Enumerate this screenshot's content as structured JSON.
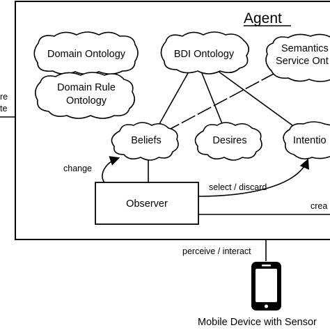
{
  "agent": {
    "title": "Agent"
  },
  "left_cut": {
    "line1": "re",
    "line2": "te"
  },
  "ontologies": {
    "domain": "Domain Ontology",
    "domain_rule_1": "Domain Rule",
    "domain_rule_2": "Ontology",
    "bdi": "BDI Ontology",
    "semantic_1": "Semantics",
    "semantic_2": "Service Ont"
  },
  "bdi": {
    "beliefs": "Beliefs",
    "desires": "Desires",
    "intentions": "Intentio"
  },
  "observer": {
    "label": "Observer"
  },
  "edges": {
    "change": "change",
    "select_discard": "select / discard",
    "create": "crea",
    "perceive": "perceive / interact"
  },
  "device": {
    "label": "Mobile Device with Sensor"
  }
}
